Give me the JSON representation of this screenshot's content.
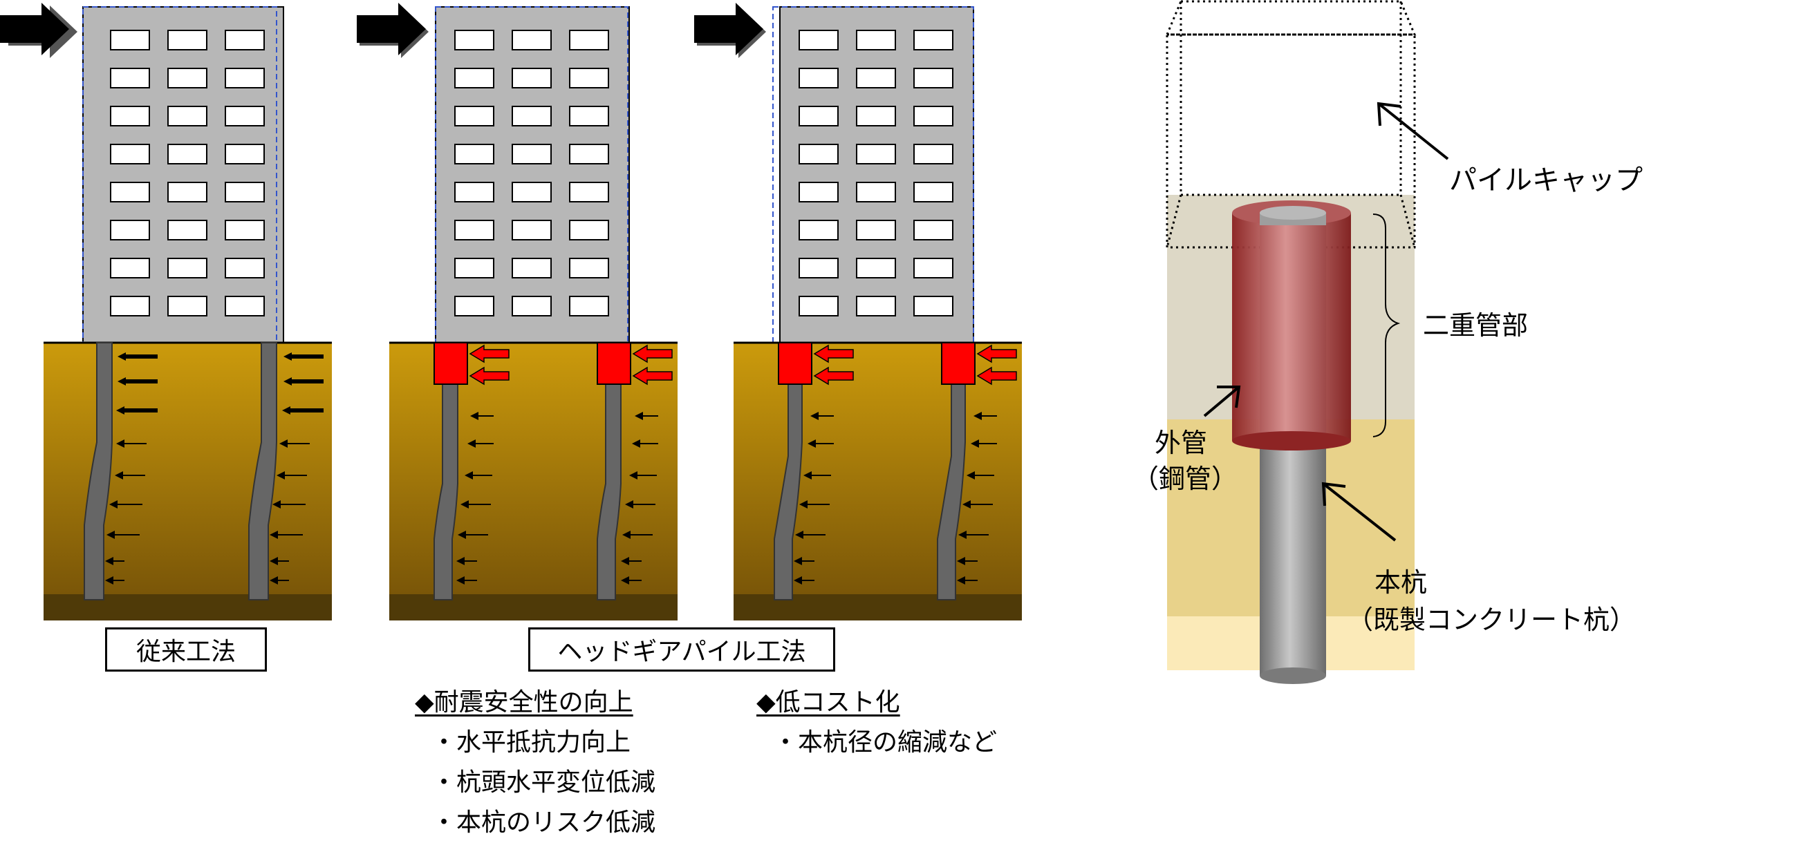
{
  "labels": {
    "conventional": "従来工法",
    "headgear": "ヘッドギアパイル工法"
  },
  "benefits": {
    "seismic": {
      "heading": "◆耐震安全性の向上",
      "items": [
        "・水平抵抗力向上",
        "・杭頭水平変位低減",
        "・本杭のリスク低減"
      ]
    },
    "cost": {
      "heading": "◆低コスト化",
      "items": [
        "・本杭径の縮減など"
      ]
    }
  },
  "callouts": {
    "pile_cap": "パイルキャップ",
    "double_pipe": "二重管部",
    "outer_pipe_1": "外管",
    "outer_pipe_2": "（鋼管）",
    "main_pile_1": "本杭",
    "main_pile_2": "（既製コンクリート杭）"
  },
  "colors": {
    "building": "#b7b7b7",
    "soil_top": "#c99a10",
    "soil_bottom": "#6b4a08",
    "bedrock": "#4f3a08",
    "pile": "#666666",
    "headgear_red": "#ff0000",
    "pile_cap_fill": "#ddd8c6",
    "ground_light": "#e8d28a"
  }
}
